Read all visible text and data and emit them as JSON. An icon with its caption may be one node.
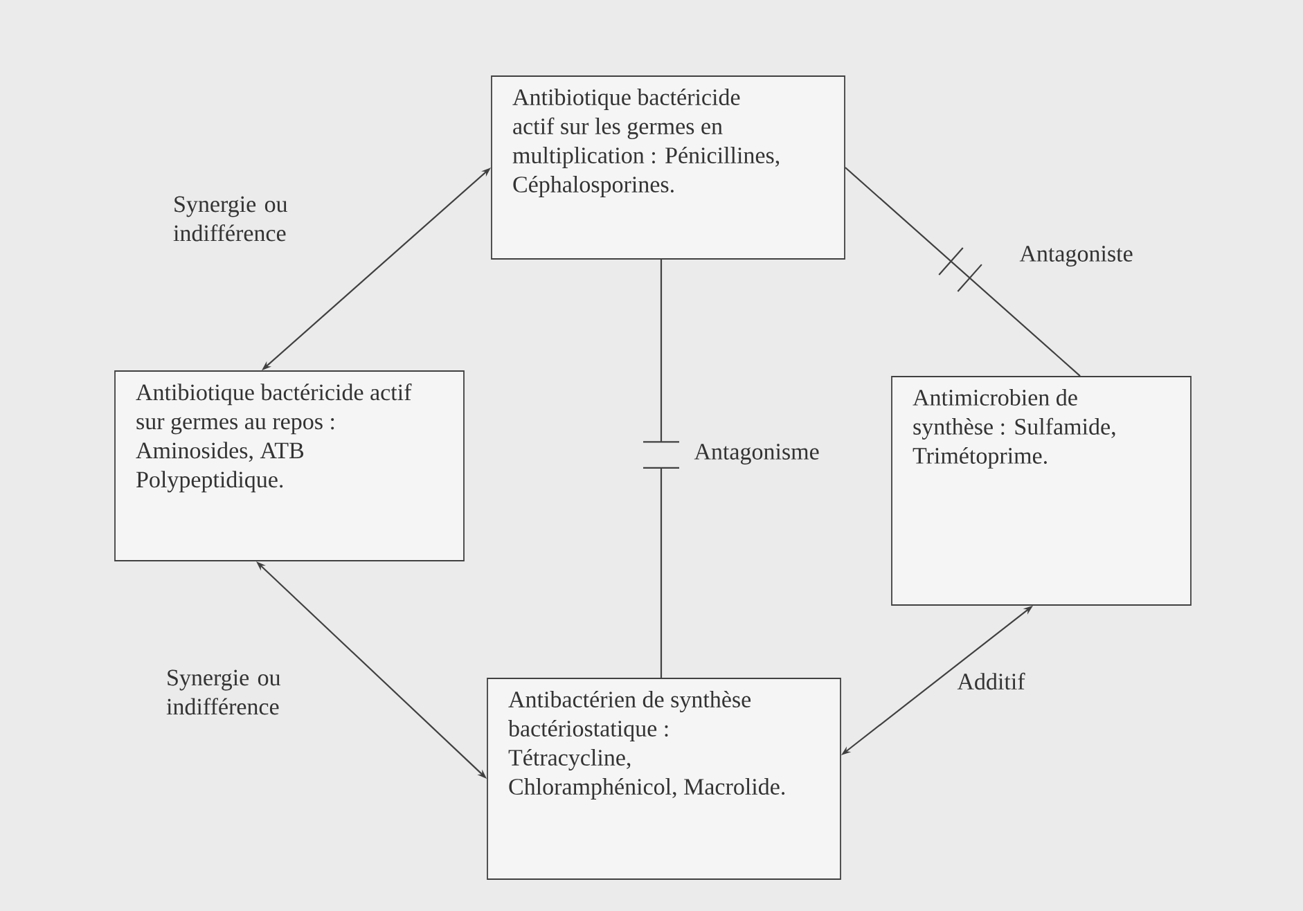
{
  "diagram": {
    "nodes": [
      {
        "text": [
          "Antibiotique bactéricide actif sur les germes en multiplication : Pénicillines, Céphalosporines."
        ]
      },
      {
        "text": [
          "Antibiotique bactéricide actif sur germes au repos : Aminosides, ATB Polypeptidique."
        ]
      },
      {
        "text": [
          "Antimicrobien de synthèse : Sulfamide, Trimétoprime."
        ]
      },
      {
        "text": [
          "Antibactérien de synthèse bactériostatique : Tétracycline, Chloramphénicol, Macrolide."
        ]
      }
    ],
    "edges": [
      {
        "from": 0,
        "to": 1,
        "arrow": "both",
        "label": "Synergie ou indifférence"
      },
      {
        "from": 1,
        "to": 3,
        "arrow": "both",
        "label": "Synergie ou indifférence"
      },
      {
        "from": 3,
        "to": 2,
        "arrow": "both",
        "label": "Additif"
      },
      {
        "from": 0,
        "to": 3,
        "arrow": "none",
        "label": "Antagonisme"
      },
      {
        "from": 0,
        "to": 2,
        "arrow": "none",
        "label": "Antagoniste"
      }
    ]
  }
}
